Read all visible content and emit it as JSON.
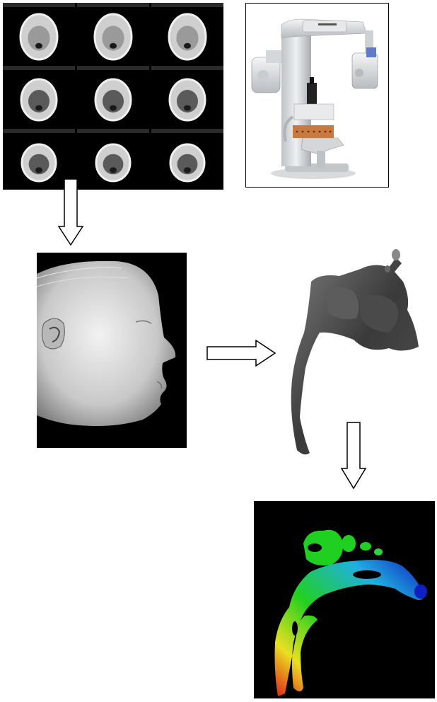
{
  "colors": {
    "background": "#ffffff",
    "image_black": "#000000",
    "arrow_fill": "#ffffff",
    "arrow_stroke": "#000000",
    "airway_gray": "#3a3a3a",
    "heat_red": "#e0201a",
    "heat_yellow": "#e8e020",
    "heat_green": "#20d020",
    "heat_cyan": "#20b0e0",
    "heat_blue": "#1020c0"
  },
  "ct_slices": {
    "labels": [
      "",
      "",
      "",
      "",
      "",
      "",
      "",
      "",
      ""
    ]
  },
  "icons": {
    "arrow_1": "down-arrow",
    "arrow_2": "right-arrow",
    "arrow_3": "down-arrow"
  }
}
